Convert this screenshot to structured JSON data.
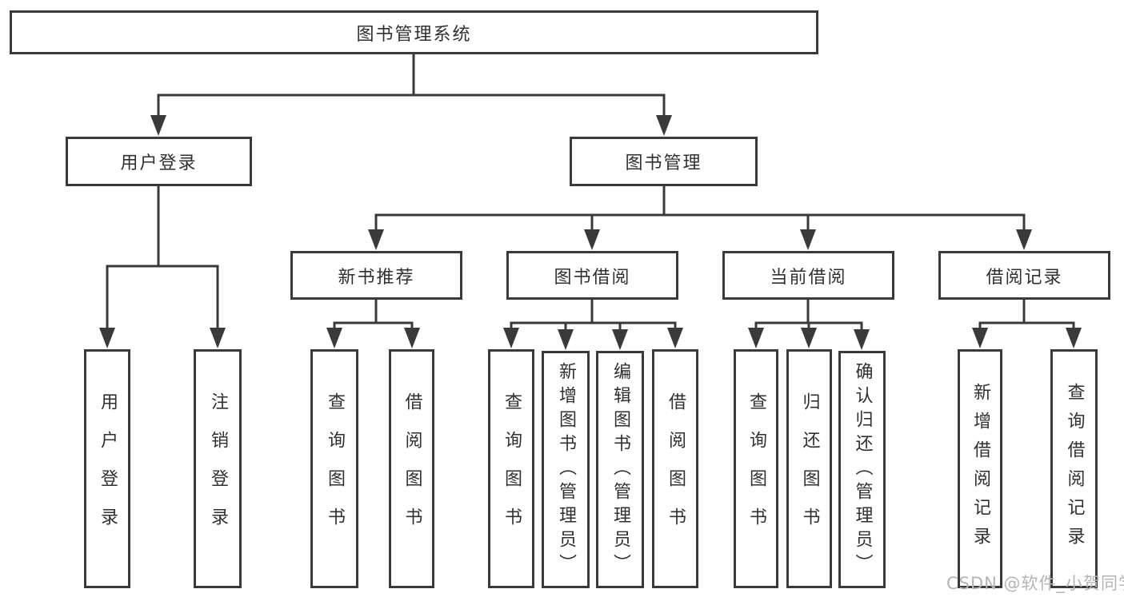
{
  "tree": {
    "label": "图书管理系统",
    "children": [
      {
        "label": "用户登录",
        "children": [
          {
            "label": "用户登录"
          },
          {
            "label": "注销登录"
          }
        ]
      },
      {
        "label": "图书管理",
        "children": [
          {
            "label": "新书推荐",
            "children": [
              {
                "label": "查询图书"
              },
              {
                "label": "借阅图书"
              }
            ]
          },
          {
            "label": "图书借阅",
            "children": [
              {
                "label": "查询图书"
              },
              {
                "label": "新增图书（管理员）"
              },
              {
                "label": "编辑图书（管理员）"
              },
              {
                "label": "借阅图书"
              }
            ]
          },
          {
            "label": "当前借阅",
            "children": [
              {
                "label": "查询图书"
              },
              {
                "label": "归还图书"
              },
              {
                "label": "确认归还（管理员）"
              }
            ]
          },
          {
            "label": "借阅记录",
            "children": [
              {
                "label": "新增借阅记录"
              },
              {
                "label": "查询借阅记录"
              }
            ]
          }
        ]
      }
    ]
  },
  "watermark": "CSDN @软件_小贺同学",
  "colors": {
    "line": "#3a3a3a",
    "text": "#303030",
    "watermark": "#b5b5b5",
    "background": "#ffffff"
  }
}
